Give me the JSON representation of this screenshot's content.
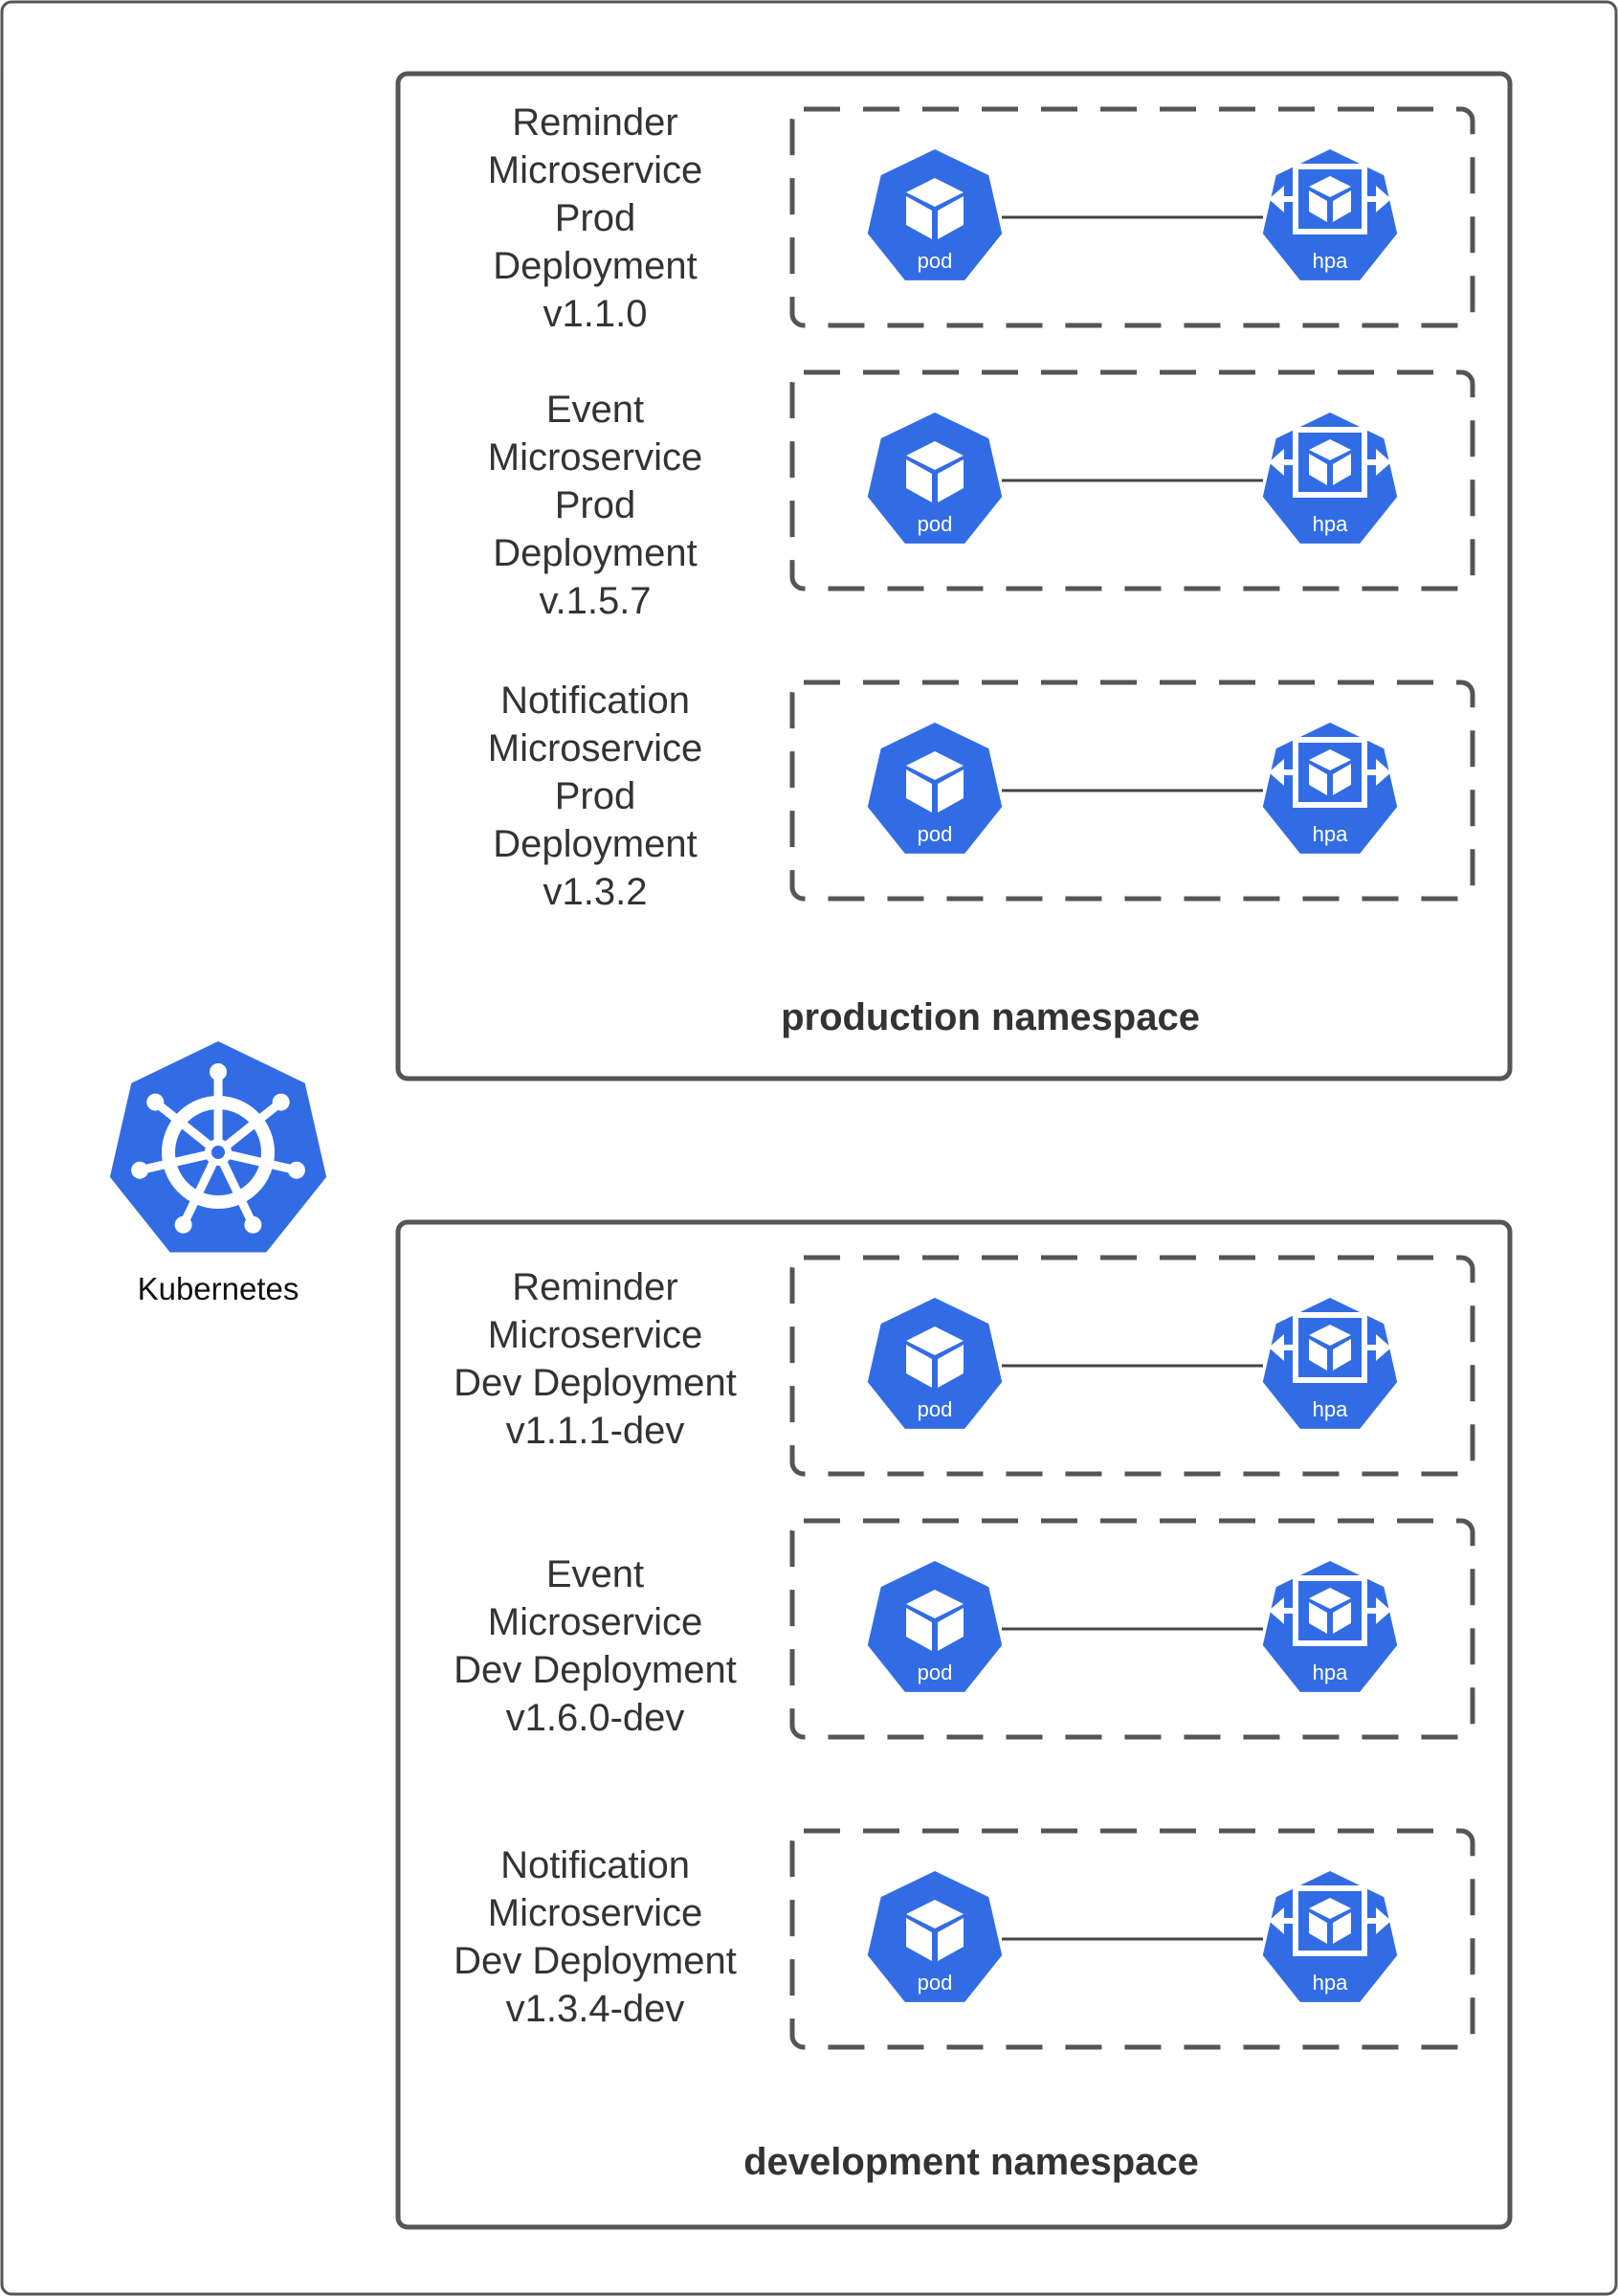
{
  "cluster": {
    "label": "Kubernetes"
  },
  "colors": {
    "accent": "#326ce5",
    "border": "#555555",
    "text": "#333333"
  },
  "namespaces": [
    {
      "title": "production namespace",
      "deployments": [
        {
          "lines": [
            "Reminder",
            "Microservice",
            "Prod",
            "Deployment",
            "v1.1.0"
          ],
          "pod": "pod",
          "hpa": "hpa"
        },
        {
          "lines": [
            "Event",
            "Microservice",
            "Prod",
            "Deployment",
            "v.1.5.7"
          ],
          "pod": "pod",
          "hpa": "hpa"
        },
        {
          "lines": [
            "Notification",
            "Microservice",
            "Prod",
            "Deployment",
            "v1.3.2"
          ],
          "pod": "pod",
          "hpa": "hpa"
        }
      ]
    },
    {
      "title": "development namespace",
      "deployments": [
        {
          "lines": [
            "Reminder",
            "Microservice",
            "Dev Deployment",
            "v1.1.1-dev"
          ],
          "pod": "pod",
          "hpa": "hpa"
        },
        {
          "lines": [
            "Event",
            "Microservice",
            "Dev Deployment",
            "v1.6.0-dev"
          ],
          "pod": "pod",
          "hpa": "hpa"
        },
        {
          "lines": [
            "Notification",
            "Microservice",
            "Dev Deployment",
            "v1.3.4-dev"
          ],
          "pod": "pod",
          "hpa": "hpa"
        }
      ]
    }
  ]
}
